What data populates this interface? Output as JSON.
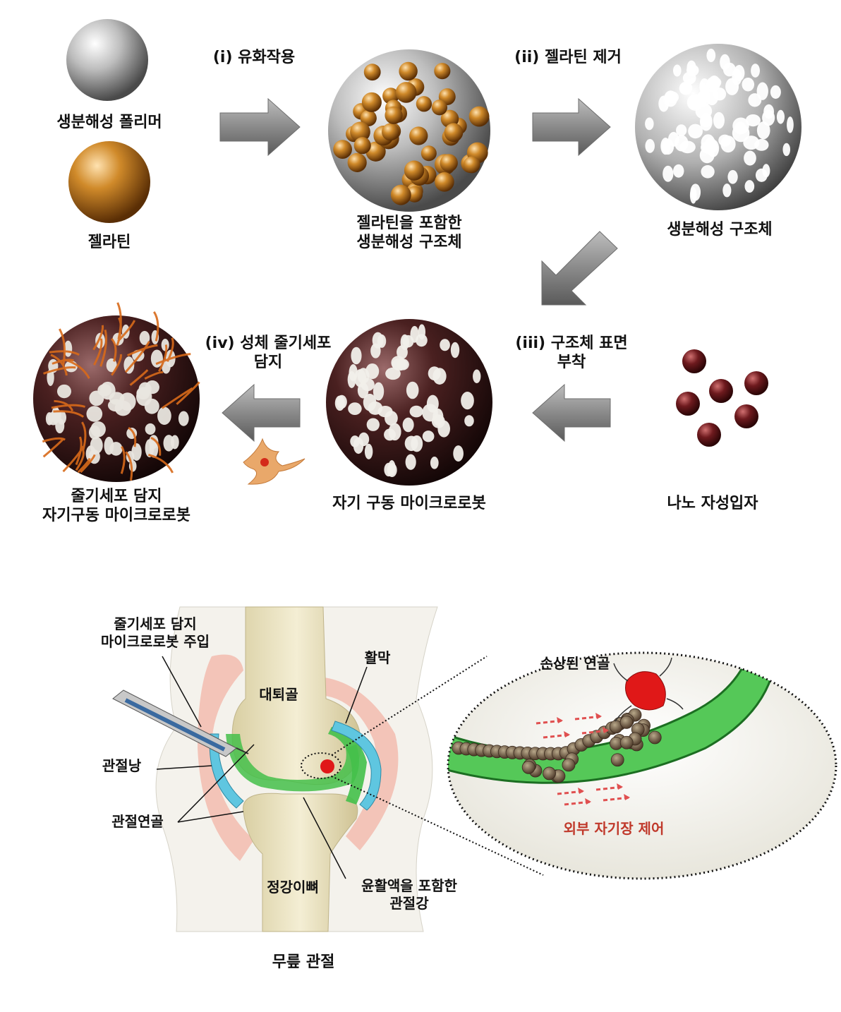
{
  "process": {
    "materials": {
      "polymer": "생분해성 폴리머",
      "gelatin": "젤라틴"
    },
    "steps": {
      "emulsification": "(i) 유화작용",
      "gelatin_removal": "(ii) 젤라틴 제거",
      "surface_attach_line1": "(iii) 구조체 표면",
      "surface_attach_line2": "부착",
      "stem_cell_loading_line1": "(iv) 성체 줄기세포",
      "stem_cell_loading_line2": "담지"
    },
    "products": {
      "gelatin_structure_line1": "젤라틴을 포함한",
      "gelatin_structure_line2": "생분해성 구조체",
      "porous_structure": "생분해성 구조체",
      "nanoparticles": "나노 자성입자",
      "magnetic_robot": "자기 구동 마이크로로봇",
      "final_robot_line1": "줄기세포 담지",
      "final_robot_line2": "자기구동 마이크로로봇"
    }
  },
  "knee": {
    "injection_line1": "줄기세포 담지",
    "injection_line2": "마이크로로봇 주입",
    "synovium": "활막",
    "femur": "대퇴골",
    "joint_capsule": "관절낭",
    "articular_cartilage": "관절연골",
    "tibia": "정강이뼈",
    "joint_cavity_line1": "윤활액을 포함한",
    "joint_cavity_line2": "관절강",
    "title": "무릎 관절",
    "damaged_cartilage": "손상된 연골",
    "magnetic_control": "외부 자기장 제어"
  },
  "colors": {
    "arrow": "#7a7a7a",
    "gelatin": "#c97a1c",
    "nanoparticle": "#5a0f12",
    "cartilage_green": "#44c04a",
    "capsule_pink": "#f3bfb2",
    "synovium_blue": "#5fc6e0",
    "bone": "#e8ddb8",
    "damage_red": "#e01818",
    "field_label": "#c0392b"
  }
}
